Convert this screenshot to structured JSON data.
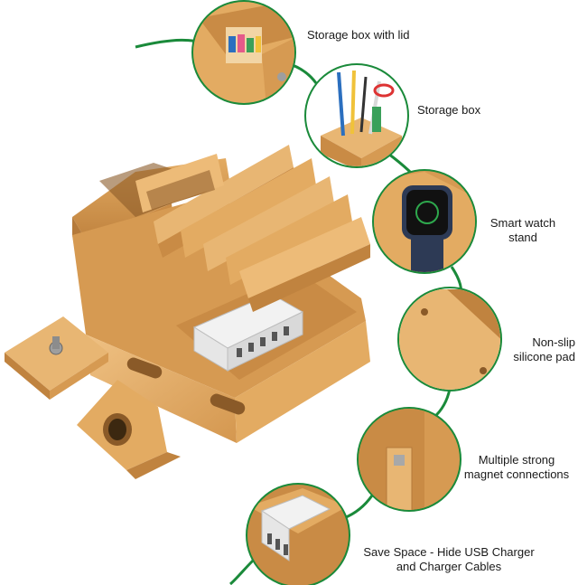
{
  "accent_color": "#1a8a3a",
  "wood_colors": {
    "light": "#e8b673",
    "mid": "#d69a52",
    "dark": "#b57a3a",
    "edge": "#c98b45"
  },
  "callouts": [
    {
      "id": "lid-box",
      "lines": [
        "Storage box with lid"
      ]
    },
    {
      "id": "storage-box",
      "lines": [
        "Storage box"
      ]
    },
    {
      "id": "watch-stand",
      "lines": [
        "Smart watch",
        "stand"
      ]
    },
    {
      "id": "non-slip",
      "lines": [
        "Non-slip",
        "silicone pad"
      ]
    },
    {
      "id": "magnet",
      "lines": [
        "Multiple strong",
        "magnet connections"
      ]
    },
    {
      "id": "save-space",
      "lines": [
        "Save Space - Hide USB Charger",
        "and Charger Cables"
      ]
    }
  ]
}
